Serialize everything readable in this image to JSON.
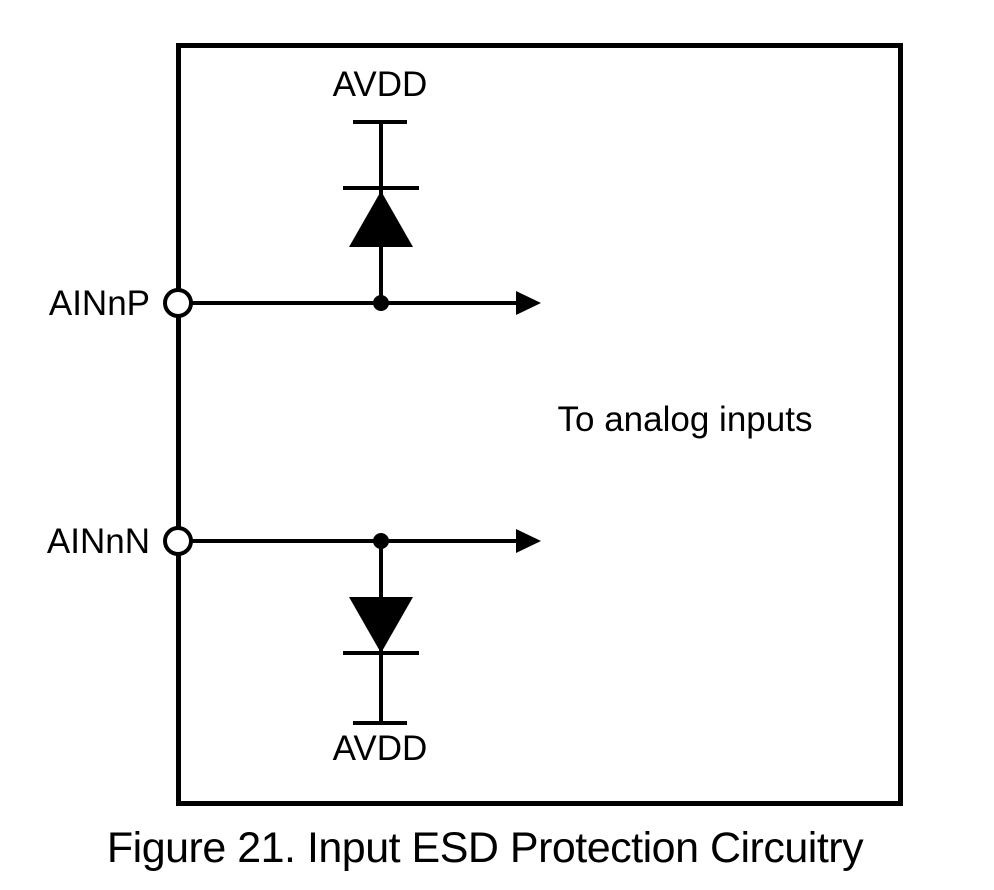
{
  "diagram": {
    "labels": {
      "top_rail": "AVDD",
      "bottom_rail": "AVDD",
      "pin_p": "AINnP",
      "pin_n": "AINnN",
      "annotation": "To analog inputs"
    },
    "caption": "Figure 21. Input ESD Protection Circuitry",
    "colors": {
      "line": "#000000",
      "background": "#ffffff"
    }
  }
}
